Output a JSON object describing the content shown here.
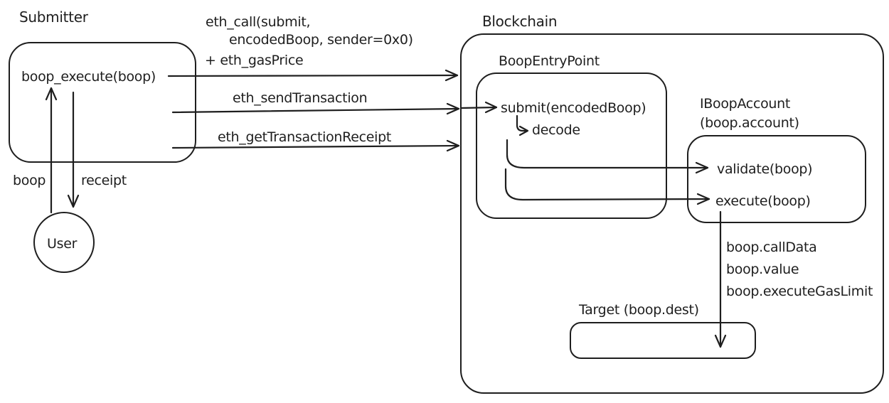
{
  "colors": {
    "ink": "#1e1e1e",
    "background": "#ffffff"
  },
  "nodes": {
    "submitter": {
      "title": "Submitter",
      "method": "boop_execute(boop)"
    },
    "user": {
      "label": "User"
    },
    "blockchain": {
      "title": "Blockchain"
    },
    "entrypoint": {
      "title": "BoopEntryPoint",
      "method": "submit(encodedBoop)",
      "step": "decode"
    },
    "account": {
      "title": "IBoopAccount",
      "subtitle": "(boop.account)",
      "validate_method": "validate(boop)",
      "execute_method": "execute(boop)"
    },
    "target": {
      "title": "Target (boop.dest)"
    }
  },
  "edges": {
    "eth_call": {
      "line1": "eth_call(submit,",
      "line2": "encodedBoop, sender=0x0)",
      "line3": "+ eth_gasPrice"
    },
    "send_transaction": "eth_sendTransaction",
    "get_receipt": "eth_getTransactionReceipt",
    "boop_label": "boop",
    "receipt_label": "receipt",
    "execute_args": {
      "line1": "boop.callData",
      "line2": "boop.value",
      "line3": "boop.executeGasLimit"
    }
  }
}
